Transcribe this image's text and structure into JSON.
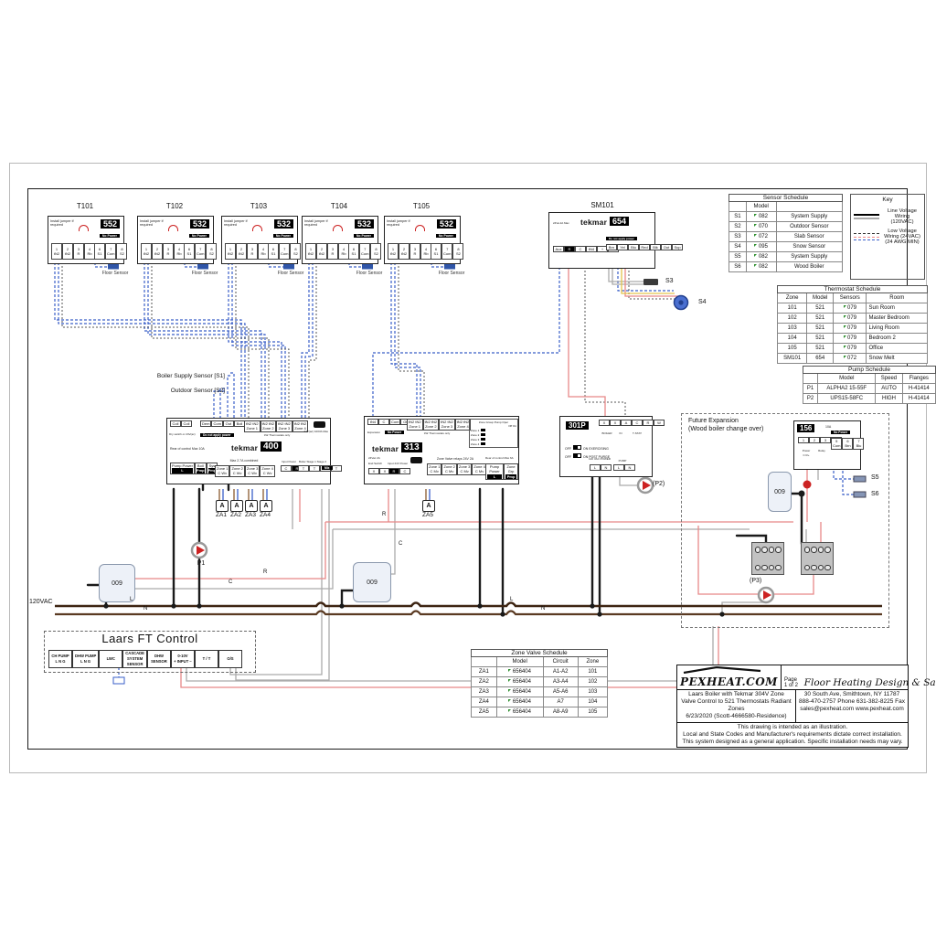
{
  "colors": {
    "wire_blue": "#3a5fc8",
    "wire_red": "#e88888",
    "wire_gray": "#aaaaaa",
    "wire_black": "#1a1a1a",
    "wire_brown_l": "#3d2412",
    "wire_brown_n": "#5a3a22",
    "wire_yellow": "#e3c44c",
    "pump_red": "#cc2222",
    "sensor_blue": "#4a6fd0"
  },
  "labels": {
    "v120": "120VAC",
    "l": "L",
    "n": "N",
    "r": "R",
    "c": "C",
    "floor": "Floor Sensor",
    "boiler_supply": "Boiler Supply Sensor [S1]",
    "outdoor": "Outdoor Sensor [S2]",
    "p1": "P1",
    "p2": "(P2)",
    "p3": "(P3)",
    "s3": "S3",
    "s4": "S4",
    "s5": "S5",
    "s6": "S6",
    "relay": "009",
    "future1": "Future Expansion",
    "future2": "(Wood boiler change over)",
    "za": [
      "ZA1",
      "ZA2",
      "ZA3",
      "ZA4",
      "ZA5"
    ],
    "a": "A"
  },
  "thermostats": {
    "units": [
      {
        "id": "T101",
        "model": "552"
      },
      {
        "id": "T102",
        "model": "532"
      },
      {
        "id": "T103",
        "model": "532"
      },
      {
        "id": "T104",
        "model": "532"
      },
      {
        "id": "T105",
        "model": "532"
      }
    ],
    "note": "Install jumper if required",
    "no_power": "No Power",
    "t1": [
      "1|tN2",
      "2|tN2",
      "3|R",
      "4|Rb",
      "5|W"
    ],
    "t2": [
      "6|S1",
      "7|Com",
      "8|S2"
    ]
  },
  "sm101": {
    "id": "SM101",
    "brand": "tekmar",
    "model": "654",
    "note": "24Va 2A Max",
    "no_power": "Do not apply power",
    "t1": [
      "Aux",
      "#R",
      "C",
      "tN4",
      "+",
      "−"
    ],
    "t2": [
      "Brn",
      "Yel",
      "Blu",
      "Red",
      "Blk",
      "Out",
      "Sup"
    ]
  },
  "c400": {
    "brand": "tekmar",
    "model": "400",
    "dry_note": "Dry switch or 24V(ac)",
    "t_dry": [
      "Coil",
      "Coil"
    ],
    "no_power": "Do not apply power",
    "t_demand": [
      "Dem",
      "Com",
      "Out",
      "Boil"
    ],
    "t_zones": [
      "tN2 tN2|Zone 1",
      "tN2 tN2|Zone 2",
      "tN2 tN2|Zone 3",
      "tN2 tN2|Zone 4"
    ],
    "zones_note": "tN2 Thermostats only",
    "pwr_note": "24V(ac) 100VA Max",
    "rear_note": "Rear of control Max 10A",
    "t_pump": [
      "Pump Power|L",
      "Boil|Pmp",
      "Sys|Pmp"
    ],
    "combined_note": "Max 2.7A combined",
    "t_zv": [
      "Zone 1|C Wv",
      "Zone 2|C Wv",
      "Zone 3|C Wv",
      "Zone 4|C Wv"
    ],
    "input_cap": "Input Power",
    "t_input": [
      "C",
      "#R"
    ],
    "stage_cap": "Boiler Stage 1  Stage 2",
    "t_stage": [
      "T",
      "T",
      "T",
      "T"
    ],
    "mix": "Mix"
  },
  "c313": {
    "brand": "tekmar",
    "model": "313",
    "exp_note": "Expansion",
    "no_power": "No Power",
    "t_exp": [
      "tN4",
      "C",
      "Com",
      "Out"
    ],
    "t_zones": [
      "tN2 tN2|Zone 1",
      "tN2 tN2|Zone 2",
      "tN2 tN2|Zone 3",
      "tN2 tN2|Zone 4"
    ],
    "zones_note": "tN2 Thermostats only",
    "dip_title": "Zone Group Pump Oper",
    "dip_onoff": "Off  On",
    "dip_rows": [
      "Zone 1",
      "Zone 2",
      "Zone 3",
      "Zone 4"
    ],
    "v_note": "24Vac 2A",
    "es_cap": "End Switch",
    "t_es": [
      "X",
      "X"
    ],
    "in_cap": "Input 24V Power",
    "t_in": [
      "#R",
      "C"
    ],
    "zv_note": "Zone Valve relays 24V 2A",
    "t_zv": [
      "Zone 1|C Mv",
      "Zone 2|C Mv",
      "Zone 3|C Mv",
      "Zone 4|C Mv"
    ],
    "rear_note": "Rear of control Max 6A",
    "t_pump": [
      "Pump Power|L",
      "Zone Grp|Pmp"
    ]
  },
  "c301p": {
    "model": "301P",
    "t_top": [
      "X",
      "X",
      "A",
      "C",
      "R",
      "W"
    ],
    "cap_boiler": "BOILER",
    "cap_in": "IN",
    "cap_tstat": "T-STAT",
    "sw1_off": "OFF",
    "sw1_on": "ON  EXERCISING",
    "sw2_off": "OFF",
    "sw2_on": "ON  POST PURGE",
    "pwr_cap": "120 VAC POWER",
    "t_pwr": [
      "L",
      "N"
    ],
    "pump_cap": "PUMP",
    "t_pump": [
      "L",
      "N"
    ]
  },
  "c156": {
    "model": "156",
    "amp": "10A",
    "t1": [
      "1",
      "2",
      "3",
      "4"
    ],
    "cap_power": "Power",
    "cap_cr": "C  R+",
    "cap_relay": "Relay",
    "no_power": "No Power",
    "t2": [
      "5|Com",
      "6|Brn",
      "7|Blu"
    ]
  },
  "laars": {
    "title": "Laars FT Control",
    "terminals": [
      "CH PUMP|L  N  G",
      "DHW PUMP|L  N  G",
      "LWC",
      "CASCADE|SYSTEM|SENSOR",
      "DHW|SENSOR",
      "0-10V|+ INPUT −",
      "T / T",
      "O/S"
    ]
  },
  "sensor_schedule": {
    "title": "Sensor Schedule",
    "hdr": [
      [
        "",
        "Model",
        ""
      ]
    ],
    "rows": [
      [
        "S1",
        "082",
        "System Supply"
      ],
      [
        "S2",
        "070",
        "Outdoor Sensor"
      ],
      [
        "S3",
        "072",
        "Slab Sensor"
      ],
      [
        "S4",
        "095",
        "Snow Sensor"
      ],
      [
        "S5",
        "082",
        "System Supply"
      ],
      [
        "S6",
        "082",
        "Wood Boiler"
      ]
    ]
  },
  "key": {
    "title": "Key",
    "line_label": "Line Voltage Wiring (120VAC)",
    "low_label": "Low Voltage Wiring (24VAC) (24 AWG MIN)"
  },
  "thermostat_schedule": {
    "title": "Thermostat Schedule",
    "hdr": [
      [
        "Zone",
        "Model",
        "Sensors",
        "Room"
      ]
    ],
    "rows": [
      [
        "101",
        "521",
        "079",
        "Sun Room"
      ],
      [
        "102",
        "521",
        "079",
        "Master Bedroom"
      ],
      [
        "103",
        "521",
        "079",
        "Living Room"
      ],
      [
        "104",
        "521",
        "079",
        "Bedroom 2"
      ],
      [
        "105",
        "521",
        "079",
        "Office"
      ],
      [
        "SM101",
        "654",
        "072",
        "Snow Melt"
      ]
    ]
  },
  "pump_schedule": {
    "title": "Pump Schedule",
    "hdr": [
      [
        "",
        "Model",
        "Speed",
        "Flanges"
      ]
    ],
    "rows": [
      [
        "P1",
        "ALPHA2 15-55F",
        "AUTO",
        "H-41414"
      ],
      [
        "P2",
        "UPS15-58FC",
        "HIGH",
        "H-41414"
      ]
    ]
  },
  "zone_valve_schedule": {
    "title": "Zone Valve Schedule",
    "hdr": [
      [
        "",
        "Model",
        "Circuit",
        "Zone"
      ]
    ],
    "rows": [
      [
        "ZA1",
        "656404",
        "A1-A2",
        "101"
      ],
      [
        "ZA2",
        "656404",
        "A3-A4",
        "102"
      ],
      [
        "ZA3",
        "656404",
        "A5-A6",
        "103"
      ],
      [
        "ZA4",
        "656404",
        "A7",
        "104"
      ],
      [
        "ZA5",
        "656404",
        "A8-A9",
        "105"
      ]
    ]
  },
  "title_block": {
    "logo": "PEXHEAT.COM",
    "page": "Page 1 of 2",
    "tagline": "Floor Heating Design & Sales",
    "desc1": "Laars Boiler with Tekmar 304V Zone",
    "desc2": "Valve Control to 521 Thermostats Radiant",
    "desc3": "Zones",
    "desc4": "6/23/2020 (Scott-4666580-Residence)",
    "addr1": "30 South Ave, Smithtown, NY 11787",
    "addr2": "888-470-2757 Phone 631-382-8225 Fax",
    "addr3": "sales@pexheat.com www.pexheat.com",
    "note1": "This drawing is intended as an illustration.",
    "note2": "Local and State Codes and Manufacturer's requirements dictate correct installation.",
    "note3": "This system designed as a general application. Specific installation needs may vary."
  }
}
